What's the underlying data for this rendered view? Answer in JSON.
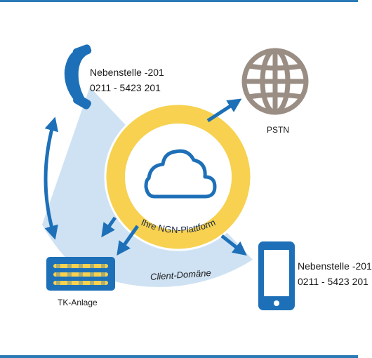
{
  "phone": {
    "line1": "Nebenstelle -201",
    "line2": "0211 - 5423 201"
  },
  "mobile": {
    "line1": "Nebenstelle -201",
    "line2": "0211 - 5423 201"
  },
  "pstn": {
    "label": "PSTN"
  },
  "pbx": {
    "label": "TK-Anlage"
  },
  "platform": {
    "label": "Ihre NGN-Plattform"
  },
  "client_domain": {
    "label": "Client-Domäne"
  },
  "colors": {
    "blue": "#1d70b8",
    "light_blue": "#cfe2f3",
    "yellow": "#f7d14f",
    "gray": "#9a8e84"
  }
}
